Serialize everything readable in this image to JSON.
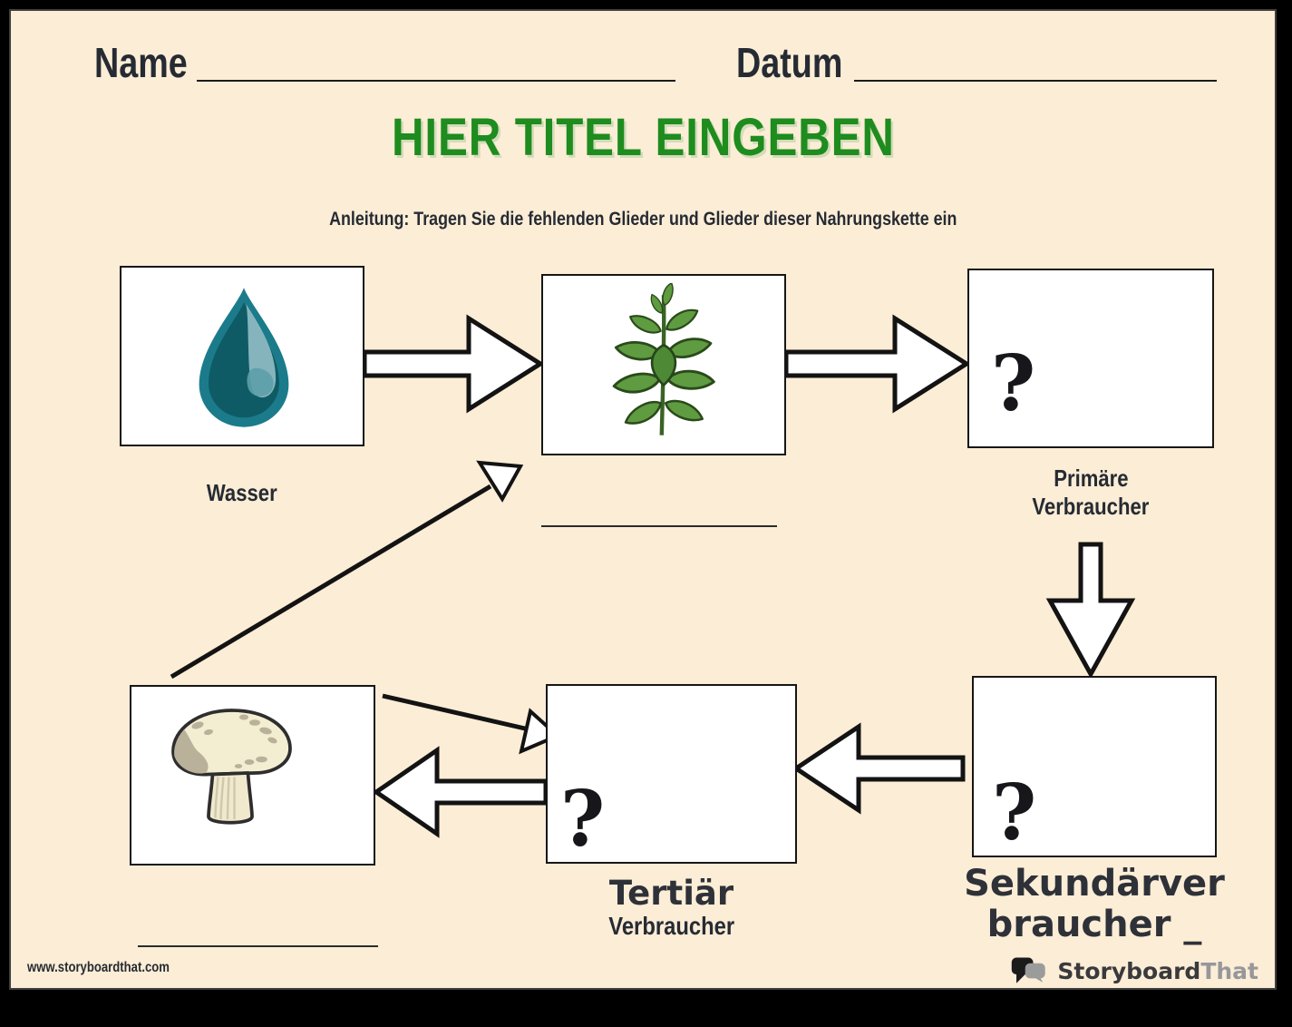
{
  "header": {
    "name_label": "Name",
    "date_label": "Datum"
  },
  "title": {
    "text": "HIER TITEL EINGEBEN",
    "color": "#1E8C1E"
  },
  "instruction": "Anleitung: Tragen Sie die fehlenden Glieder und Glieder dieser Nahrungskette ein",
  "boxes": {
    "water": {
      "icon": "water-drop",
      "caption": "Wasser"
    },
    "plant": {
      "icon": "plant"
    },
    "primary": {
      "mark": "?",
      "label_line1": "Primäre",
      "label_line2": "Verbraucher"
    },
    "secondary": {
      "mark": "?",
      "label_line1": "Sekundärver",
      "label_line2": "braucher _"
    },
    "tertiary": {
      "mark": "?",
      "label_line1": "Tertiär",
      "label_line2": "Verbraucher"
    },
    "mushroom": {
      "icon": "mushroom"
    }
  },
  "footer": {
    "website": "www.storyboardthat.com",
    "brand": {
      "part1": "Storyboard",
      "part2": "That",
      "icon": "speech-bubbles"
    }
  },
  "palette": {
    "page_background": "#FCEDD6",
    "outer_frame": "#000000",
    "title_green": "#1E8C1E",
    "text_dark": "#262B33",
    "drop_teal_outer": "#1B7B8B",
    "drop_teal_inner": "#0E5B66",
    "drop_highlight": "#8FBCC3",
    "leaf_green": "#5F9B40",
    "leaf_outline": "#2A4A1B",
    "mushroom_cream": "#F3EDD2",
    "mushroom_shade": "#B9B19A"
  }
}
